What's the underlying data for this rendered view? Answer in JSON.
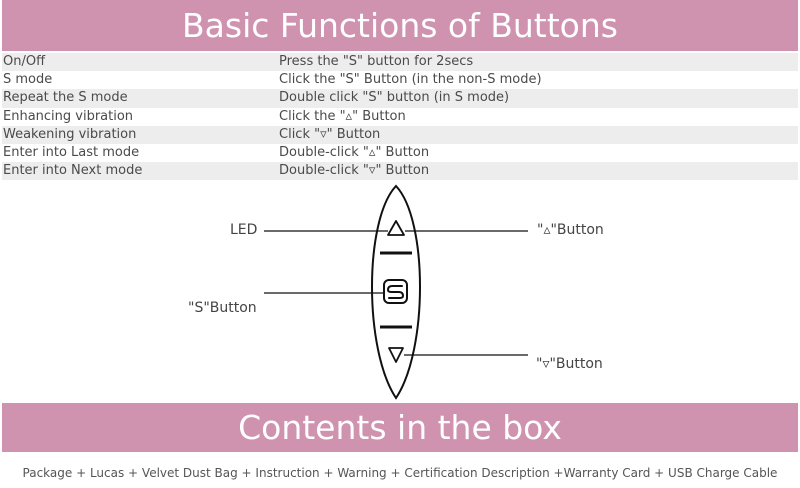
{
  "header": {
    "title": "Basic Functions of Buttons"
  },
  "functions": [
    {
      "name": "On/Off",
      "action": "Press the \"S\" button for 2secs"
    },
    {
      "name": "S mode",
      "action": "Click the \"S\" Button (in the non-S mode)"
    },
    {
      "name": "Repeat the S mode",
      "action": "Double click \"S\" button (in S mode)"
    },
    {
      "name": "Enhancing vibration",
      "action": "Click the \"▵\" Button"
    },
    {
      "name": "Weakening vibration",
      "action": "Click \"▿\" Button"
    },
    {
      "name": "Enter into Last mode",
      "action": "Double-click \"▵\" Button"
    },
    {
      "name": "Enter into Next mode",
      "action": "Double-click \"▿\" Button"
    }
  ],
  "diagram": {
    "led_label": "LED",
    "s_button_label": "\"S\"Button",
    "up_button_label": "\"▵\"Button",
    "down_button_label": "\"▿\"Button",
    "s_glyph": "S"
  },
  "contents": {
    "title": "Contents in the box",
    "items": "Package + Lucas + Velvet Dust Bag + Instruction + Warning + Certification Description +Warranty Card + USB Charge Cable"
  },
  "colors": {
    "banner": "#cf93b0",
    "row_alt": "#ededed",
    "text": "#444444"
  }
}
